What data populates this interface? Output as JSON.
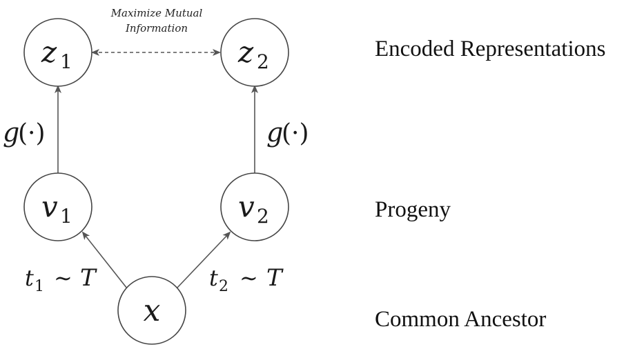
{
  "annotation": {
    "line1": "Maximize Mutual",
    "line2": "Information"
  },
  "nodes": {
    "z1": {
      "var": "z",
      "sub": "1"
    },
    "z2": {
      "var": "z",
      "sub": "2"
    },
    "v1": {
      "var": "v",
      "sub": "1"
    },
    "v2": {
      "var": "v",
      "sub": "2"
    },
    "x": {
      "var": "x"
    }
  },
  "edges": {
    "encoder_left": {
      "fn": "g",
      "args": "(·)"
    },
    "encoder_right": {
      "fn": "g",
      "args": "(·)"
    },
    "aug_left": {
      "var": "t",
      "sub": "1",
      "rel": "∼",
      "set": "T"
    },
    "aug_right": {
      "var": "t",
      "sub": "2",
      "rel": "∼",
      "set": "T"
    }
  },
  "row_labels": {
    "top": "Encoded Representations",
    "middle": "Progeny",
    "bottom": "Common Ancestor"
  }
}
